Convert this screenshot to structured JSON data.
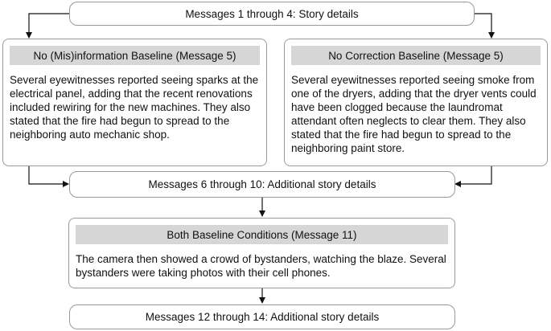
{
  "top_box": {
    "text": "Messages 1 through 4: Story details"
  },
  "left_box": {
    "header": "No (Mis)information Baseline (Message 5)",
    "lines": [
      "Several eyewitnesses reported seeing sparks at the",
      "electrical panel, adding that the recent renovations",
      "included rewiring for the new machines.  They also",
      "stated that the fire had begun to spread to the",
      "neighboring auto mechanic shop."
    ]
  },
  "right_box": {
    "header": "No Correction Baseline (Message 5)",
    "lines": [
      "Several eyewitnesses reported seeing smoke from",
      "one of the dryers, adding that the dryer vents could",
      "have been clogged because the laundromat",
      "attendant often neglects to clear them.  They also",
      "stated that the fire had begun to spread to the",
      "neighboring paint store."
    ]
  },
  "middle_box": {
    "text": "Messages 6 through 10: Additional story details"
  },
  "both_box": {
    "header": "Both Baseline Conditions (Message 11)",
    "lines": [
      "The camera then showed a crowd of bystanders, watching the blaze.  Several",
      "bystanders were taking photos with their cell phones."
    ]
  },
  "bottom_box": {
    "text": "Messages 12 through 14: Additional story details"
  }
}
